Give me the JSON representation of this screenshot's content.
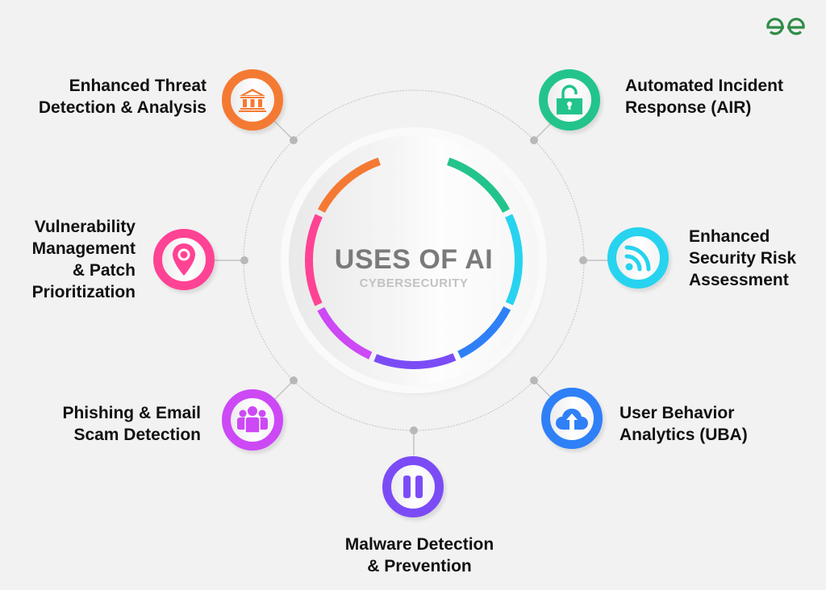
{
  "title": "USES OF AI",
  "subtitle": "CYBERSECURITY",
  "logo": {
    "icon": "geeksforgeeks-logo-icon",
    "color": "#2f8d46"
  },
  "ring_colors": [
    "#f47a33",
    "#ff4394",
    "#cc49f5",
    "#7b4cf6",
    "#2f80f7",
    "#27d3ef",
    "#23c48c"
  ],
  "items": [
    {
      "id": "threat-detection",
      "line1": "Enhanced Threat",
      "line2": "Detection & Analysis",
      "line3": "",
      "line4": "",
      "icon": "bank-building-icon",
      "color": "#f47a33"
    },
    {
      "id": "vulnerability",
      "line1": "Vulnerability",
      "line2": "Management",
      "line3": "& Patch",
      "line4": "Prioritization",
      "icon": "location-pin-icon",
      "color": "#ff4394"
    },
    {
      "id": "phishing",
      "line1": "Phishing & Email",
      "line2": "Scam Detection",
      "line3": "",
      "line4": "",
      "icon": "users-group-icon",
      "color": "#cc49f5"
    },
    {
      "id": "malware",
      "line1": "Malware Detection",
      "line2": "& Prevention",
      "line3": "",
      "line4": "",
      "icon": "pause-icon",
      "color": "#7b4cf6"
    },
    {
      "id": "uba",
      "line1": "User Behavior",
      "line2": "Analytics (UBA)",
      "line3": "",
      "line4": "",
      "icon": "cloud-upload-icon",
      "color": "#2f80f7"
    },
    {
      "id": "risk-assessment",
      "line1": "Enhanced",
      "line2": "Security Risk",
      "line3": "Assessment",
      "line4": "",
      "icon": "rss-feed-icon",
      "color": "#27d3ef"
    },
    {
      "id": "air",
      "line1": "Automated Incident",
      "line2": "Response (AIR)",
      "line3": "",
      "line4": "",
      "icon": "unlocked-padlock-icon",
      "color": "#23c48c"
    }
  ]
}
